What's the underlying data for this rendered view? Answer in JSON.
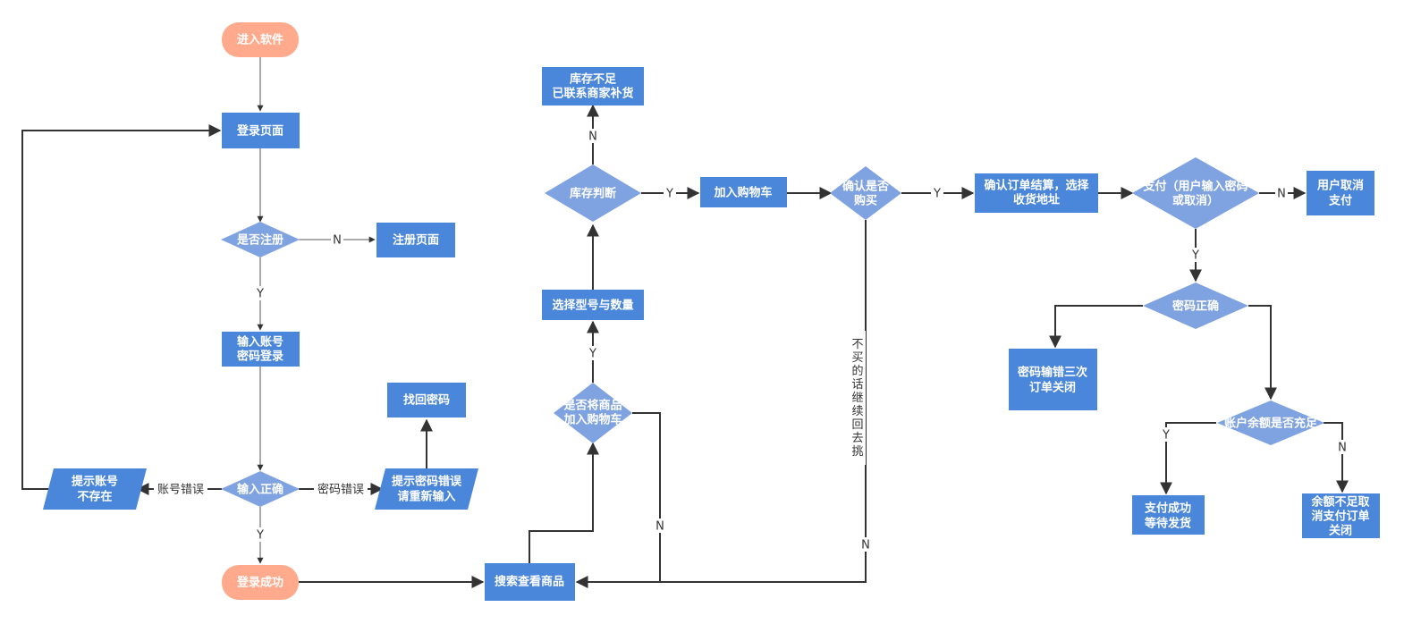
{
  "colors": {
    "terminal": "#FFAA8C",
    "process": "#4A86D9",
    "decision": "#7FA2E0",
    "edge": "#333333",
    "text": "#FFFFFF"
  },
  "nodes": {
    "start": "进入软件",
    "login_page": "登录页面",
    "is_registered": "是否注册",
    "register_page": "注册页面",
    "input_account": [
      "输入账号",
      "密码登录"
    ],
    "input_correct": "输入正确",
    "account_not_exist": [
      "提示账号",
      "不存在"
    ],
    "wrong_password": [
      "提示密码错误",
      "请重新输入"
    ],
    "retrieve_password": "找回密码",
    "login_success": "登录成功",
    "search_goods": "搜索查看商品",
    "add_to_cart_q": [
      "是否将商品",
      "加入购物车"
    ],
    "select_model": "选择型号与数量",
    "stock_check": "库存判断",
    "out_of_stock": [
      "库存不足",
      "已联系商家补货"
    ],
    "add_to_cart": "加入购物车",
    "confirm_buy": [
      "确认是否",
      "购买"
    ],
    "confirm_order": [
      "确认订单结算，选择",
      "收货地址"
    ],
    "pay": [
      "支付（用户输入密码",
      "或取消）"
    ],
    "cancel_pay": [
      "用户取消",
      "支付"
    ],
    "password_correct": "密码正确",
    "password_wrong_3": [
      "密码输错三次",
      "订单关闭"
    ],
    "balance_enough": "账户余额是否充足",
    "pay_success": [
      "支付成功",
      "等待发货"
    ],
    "balance_low": [
      "余额不足取",
      "消支付订单",
      "关闭"
    ]
  },
  "edge_labels": {
    "yes": "Y",
    "no": "N",
    "account_error": "账号错误",
    "password_error": "密码错误",
    "not_buy": "不买的话继续回去挑"
  }
}
